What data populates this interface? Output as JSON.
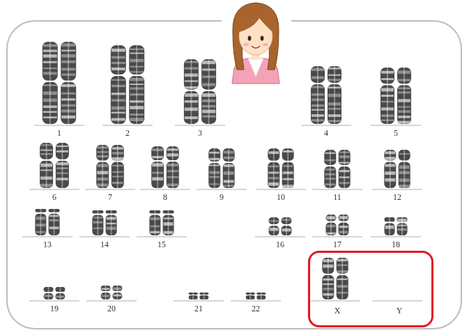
{
  "diagram": {
    "nodes": [
      {
        "text": [
          "X",
          "Y"
        ]
      }
    ],
    "labels": [
      "1",
      "2",
      "3",
      "4",
      "5",
      "6",
      "7",
      "8",
      "9",
      "10",
      "11",
      "12",
      "13",
      "14",
      "15",
      "16",
      "17",
      "18",
      "19",
      "20",
      "21",
      "22"
    ]
  }
}
